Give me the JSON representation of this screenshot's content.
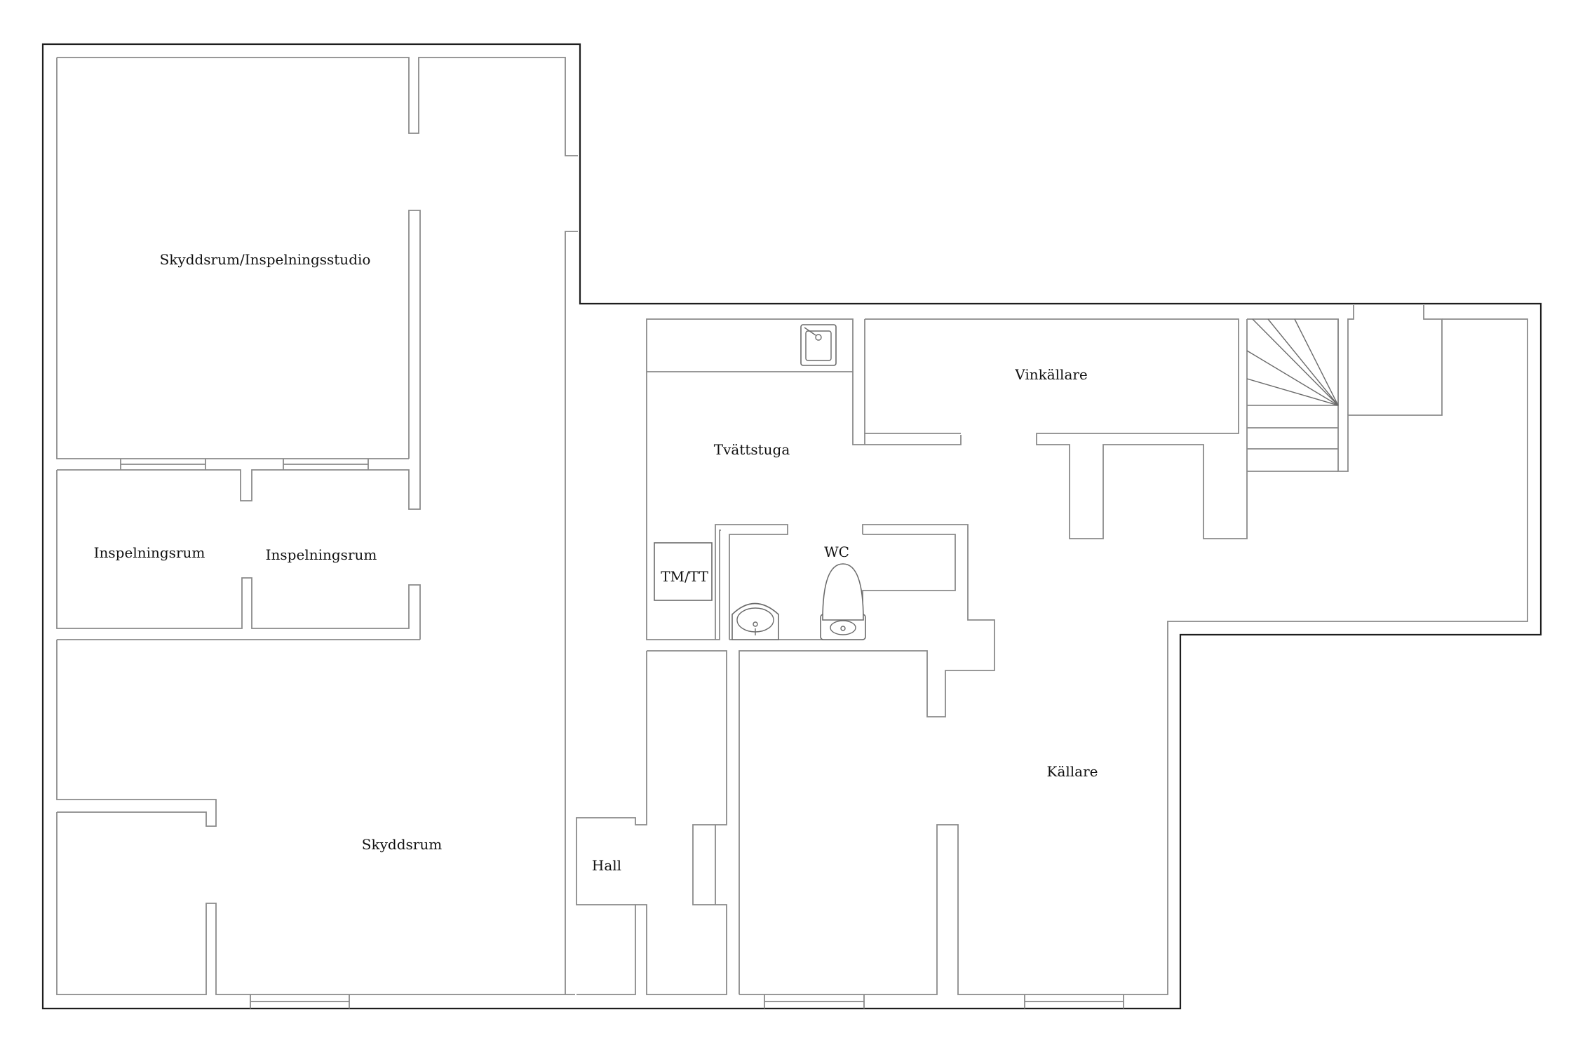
{
  "floorplan": {
    "rooms": [
      {
        "id": "studio",
        "label": "Skyddsrum/Inspelningsstudio"
      },
      {
        "id": "rec1",
        "label": "Inspelningsrum"
      },
      {
        "id": "rec2",
        "label": "Inspelningsrum"
      },
      {
        "id": "shelter",
        "label": "Skyddsrum"
      },
      {
        "id": "laundry",
        "label": "Tvättstuga"
      },
      {
        "id": "wine",
        "label": "Vinkällare"
      },
      {
        "id": "wc",
        "label": "WC"
      },
      {
        "id": "tmtt",
        "label": "TM/TT"
      },
      {
        "id": "cellar",
        "label": "Källare"
      },
      {
        "id": "hall",
        "label": "Hall"
      }
    ],
    "icons": [
      "sink-icon",
      "washbasin-icon",
      "toilet-icon",
      "staircase-icon"
    ]
  }
}
